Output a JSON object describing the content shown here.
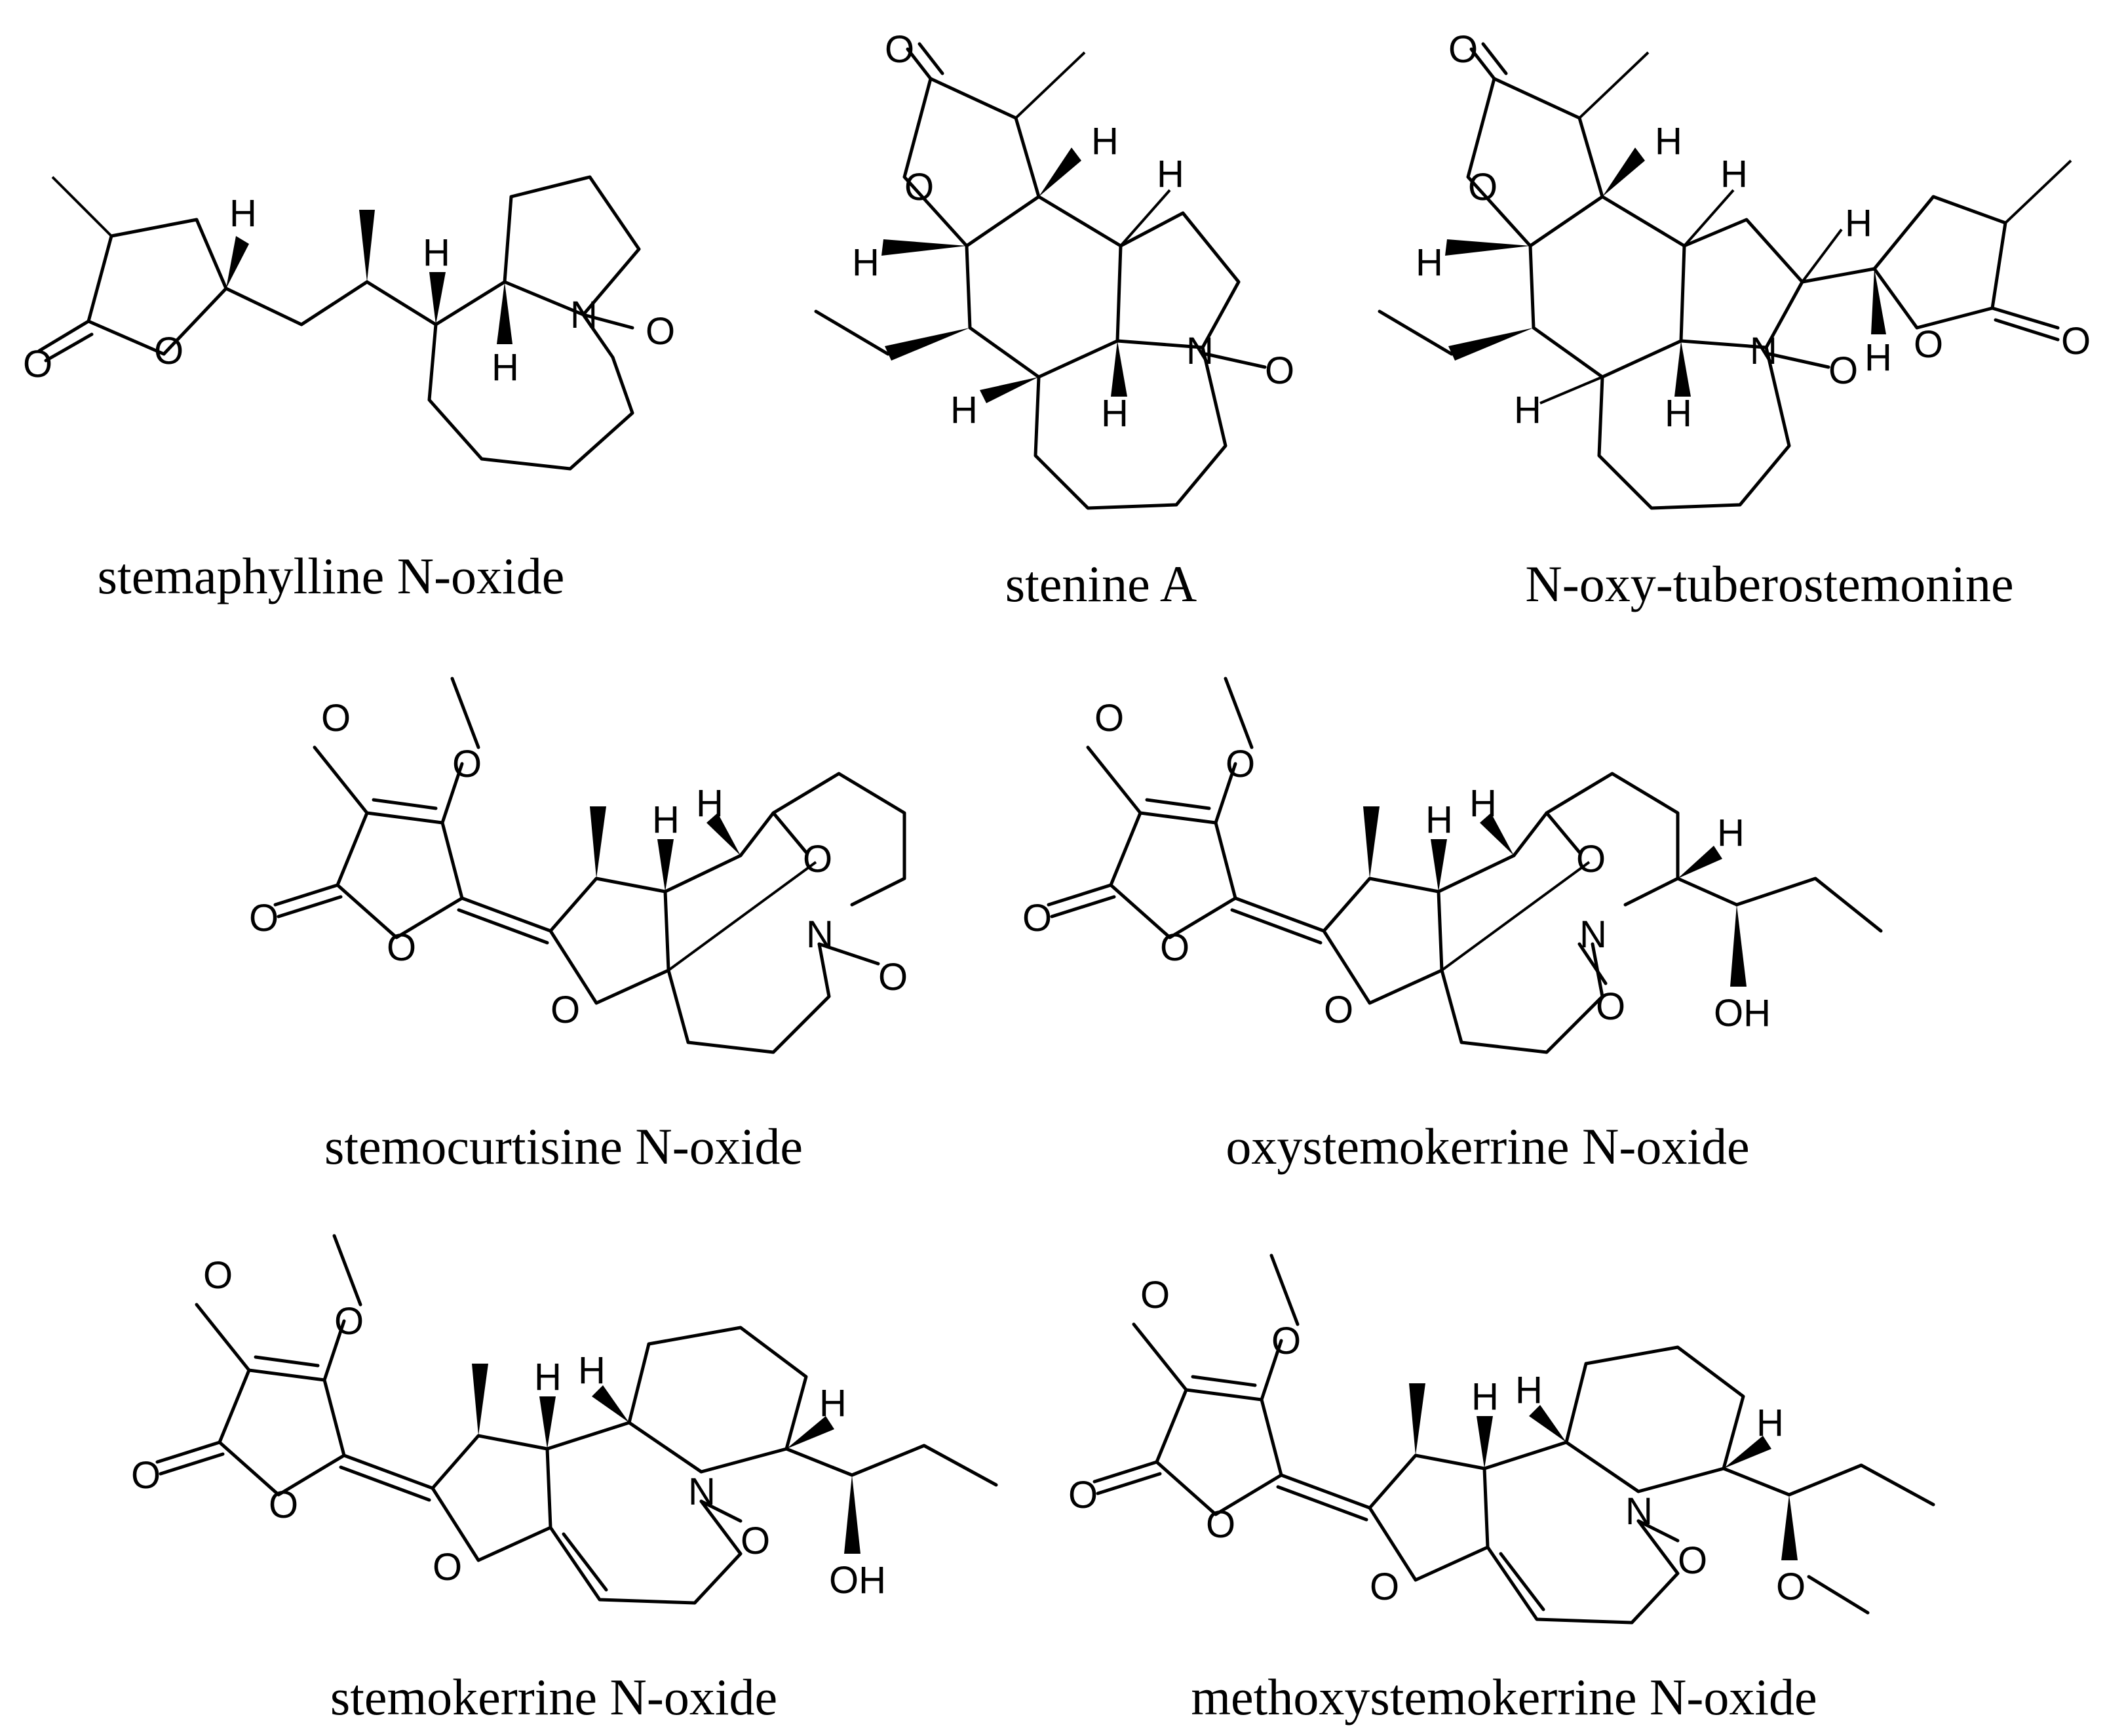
{
  "compounds": [
    {
      "label": "stemaphylline N-oxide"
    },
    {
      "label": "stenine A"
    },
    {
      "label": "N-oxy-tuberostemonine"
    },
    {
      "label": "stemocurtisine N-oxide"
    },
    {
      "label": "oxystemokerrine N-oxide"
    },
    {
      "label": "stemokerrine N-oxide"
    },
    {
      "label": "methoxystemokerrine N-oxide"
    }
  ],
  "atoms": {
    "oxygen": "O",
    "nitrogen": "N",
    "hydrogen": "H",
    "hydroxyl": "OH"
  }
}
